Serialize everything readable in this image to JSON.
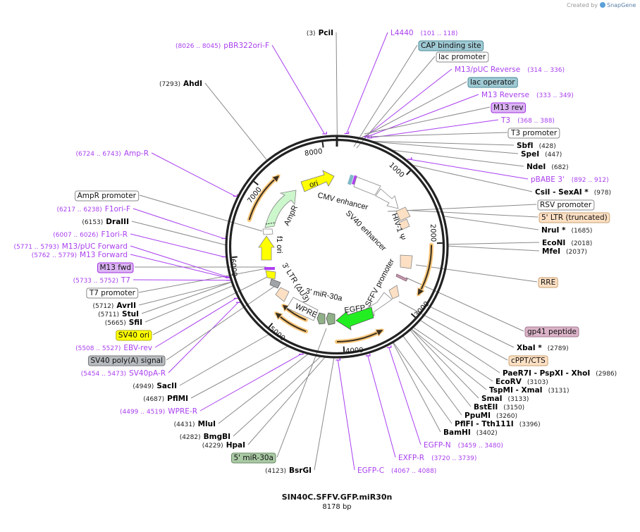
{
  "branding": {
    "created_by": "Created by",
    "app": "SnapGene"
  },
  "map": {
    "name": "SIN40C.SFFV.GFP.miR30n",
    "length_label": "8178 bp",
    "length_bp": 8178,
    "ticks": [
      "1000",
      "2000",
      "3000",
      "4000",
      "5000",
      "6000",
      "7000",
      "8000"
    ]
  },
  "colors": {
    "primer": "#a93ff0",
    "backbone": "#222222",
    "orf": "#f9c77a"
  },
  "labels": [
    {
      "kind": "enzyme",
      "name": "PciI",
      "pos": "(3)",
      "bp": 3
    },
    {
      "kind": "primer",
      "name": "pBR322ori-F",
      "pos": "(8026 .. 8045)",
      "bp": 8035
    },
    {
      "kind": "enzyme",
      "name": "AhdI",
      "pos": "(7293)",
      "bp": 7293
    },
    {
      "kind": "primer",
      "name": "L4440",
      "pos": "(101 .. 118)",
      "bp": 110
    },
    {
      "kind": "feature",
      "name": "CAP binding site",
      "fill": "#9fcad4",
      "stroke": "#4a8a99"
    },
    {
      "kind": "feature",
      "name": "lac promoter",
      "fill": "#ffffff",
      "stroke": "#888888"
    },
    {
      "kind": "primer",
      "name": "M13/pUC Reverse",
      "pos": "(314 .. 336)",
      "bp": 325
    },
    {
      "kind": "feature",
      "name": "lac operator",
      "fill": "#9fcad4",
      "stroke": "#4a8a99"
    },
    {
      "kind": "primer",
      "name": "M13 Reverse",
      "pos": "(333 .. 349)",
      "bp": 341
    },
    {
      "kind": "feature",
      "name": "M13 rev",
      "fill": "#dcb4f5",
      "stroke": "#a030e0"
    },
    {
      "kind": "primer",
      "name": "T3",
      "pos": "(368 .. 388)",
      "bp": 378
    },
    {
      "kind": "feature",
      "name": "T3 promoter",
      "fill": "#ffffff",
      "stroke": "#888888"
    },
    {
      "kind": "enzyme",
      "name": "SbfI",
      "pos": "(428)",
      "bp": 428
    },
    {
      "kind": "enzyme",
      "name": "SpeI",
      "pos": "(447)",
      "bp": 447
    },
    {
      "kind": "enzyme",
      "name": "NdeI",
      "pos": "(682)",
      "bp": 682
    },
    {
      "kind": "primer",
      "name": "pBABE 3'",
      "pos": "(892 .. 912)",
      "bp": 902
    },
    {
      "kind": "enzyme",
      "name": "CsiI  - SexAI *",
      "pos": "(978)",
      "bp": 978
    },
    {
      "kind": "feature",
      "name": "RSV promoter",
      "fill": "#ffffff",
      "stroke": "#888888"
    },
    {
      "kind": "feature",
      "name": "5' LTR (truncated)",
      "fill": "#fde0c4",
      "stroke": "#c8a070"
    },
    {
      "kind": "enzyme",
      "name": "NruI *",
      "pos": "(1685)",
      "bp": 1685
    },
    {
      "kind": "enzyme",
      "name": "EcoNI",
      "pos": "(2018)",
      "bp": 2018
    },
    {
      "kind": "enzyme",
      "name": "MfeI",
      "pos": "(2037)",
      "bp": 2037
    },
    {
      "kind": "feature",
      "name": "RRE",
      "fill": "#fde0c4",
      "stroke": "#c8a070"
    },
    {
      "kind": "feature",
      "name": "gp41 peptide",
      "fill": "#dbb3c8",
      "stroke": "#a07890"
    },
    {
      "kind": "enzyme",
      "name": "XbaI *",
      "pos": "(2789)",
      "bp": 2789
    },
    {
      "kind": "feature",
      "name": "cPPT/CTS",
      "fill": "#fde0c4",
      "stroke": "#c8a070"
    },
    {
      "kind": "enzyme",
      "name": "PaeR7I  - PspXI  - XhoI",
      "pos": "(2986)",
      "bp": 2986
    },
    {
      "kind": "enzyme",
      "name": "EcoRV",
      "pos": "(3103)",
      "bp": 3103
    },
    {
      "kind": "enzyme",
      "name": "TspMI  - XmaI",
      "pos": "(3131)",
      "bp": 3131
    },
    {
      "kind": "enzyme",
      "name": "SmaI",
      "pos": "(3133)",
      "bp": 3133
    },
    {
      "kind": "enzyme",
      "name": "BstEII",
      "pos": "(3150)",
      "bp": 3150
    },
    {
      "kind": "enzyme",
      "name": "PpuMI",
      "pos": "(3260)",
      "bp": 3260
    },
    {
      "kind": "enzyme",
      "name": "PflFI  - Tth111I",
      "pos": "(3396)",
      "bp": 3396
    },
    {
      "kind": "enzyme",
      "name": "BamHI",
      "pos": "(3402)",
      "bp": 3402
    },
    {
      "kind": "primer",
      "name": "EGFP-N",
      "pos": "(3459 .. 3480)",
      "bp": 3470
    },
    {
      "kind": "primer",
      "name": "EXFP-R",
      "pos": "(3720 .. 3739)",
      "bp": 3730
    },
    {
      "kind": "primer",
      "name": "EGFP-C",
      "pos": "(4067 .. 4088)",
      "bp": 4078
    },
    {
      "kind": "enzyme",
      "name": "BsrGI",
      "pos": "(4123)",
      "bp": 4123
    },
    {
      "kind": "feature",
      "name": "5' miR-30a",
      "fill": "#a9c9a4",
      "stroke": "#6a8a65"
    },
    {
      "kind": "enzyme",
      "name": "HpaI",
      "pos": "(4229)",
      "bp": 4229
    },
    {
      "kind": "enzyme",
      "name": "BmgBI",
      "pos": "(4282)",
      "bp": 4282
    },
    {
      "kind": "enzyme",
      "name": "MluI",
      "pos": "(4431)",
      "bp": 4431
    },
    {
      "kind": "primer",
      "name": "WPRE-R",
      "pos": "(4499 .. 4519)",
      "bp": 4509
    },
    {
      "kind": "enzyme",
      "name": "PflMI",
      "pos": "(4687)",
      "bp": 4687
    },
    {
      "kind": "enzyme",
      "name": "SacII",
      "pos": "(4949)",
      "bp": 4949
    },
    {
      "kind": "primer",
      "name": "SV40pA-R",
      "pos": "(5454 .. 5473)",
      "bp": 5463
    },
    {
      "kind": "feature",
      "name": "SV40 poly(A) signal",
      "fill": "#b8bcc0",
      "stroke": "#777777"
    },
    {
      "kind": "primer",
      "name": "EBV-rev",
      "pos": "(5508 .. 5527)",
      "bp": 5517
    },
    {
      "kind": "feature",
      "name": "SV40 ori",
      "fill": "#ffff00",
      "stroke": "#b0b000"
    },
    {
      "kind": "enzyme",
      "name": "SfiI",
      "pos": "(5665)",
      "bp": 5665
    },
    {
      "kind": "enzyme",
      "name": "StuI",
      "pos": "(5711)",
      "bp": 5711
    },
    {
      "kind": "enzyme",
      "name": "AvrII",
      "pos": "(5712)",
      "bp": 5712
    },
    {
      "kind": "feature",
      "name": "T7 promoter",
      "fill": "#ffffff",
      "stroke": "#888888"
    },
    {
      "kind": "primer",
      "name": "T7",
      "pos": "(5733 .. 5752)",
      "bp": 5742
    },
    {
      "kind": "feature",
      "name": "M13 fwd",
      "fill": "#dcb4f5",
      "stroke": "#a030e0"
    },
    {
      "kind": "primer",
      "name": "M13 Forward",
      "pos": "(5762 .. 5779)",
      "bp": 5770
    },
    {
      "kind": "primer",
      "name": "M13/pUC Forward",
      "pos": "(5771 .. 5793)",
      "bp": 5782
    },
    {
      "kind": "primer",
      "name": "F1ori-R",
      "pos": "(6007 .. 6026)",
      "bp": 6016
    },
    {
      "kind": "enzyme",
      "name": "DraIII",
      "pos": "(6153)",
      "bp": 6153
    },
    {
      "kind": "primer",
      "name": "F1ori-F",
      "pos": "(6217 .. 6238)",
      "bp": 6227
    },
    {
      "kind": "feature",
      "name": "AmpR promoter",
      "fill": "#ffffff",
      "stroke": "#888888"
    },
    {
      "kind": "primer",
      "name": "Amp-R",
      "pos": "(6724 .. 6743)",
      "bp": 6733
    }
  ],
  "inner_labels": {
    "ori": "ori",
    "cmv": "CMV enhancer",
    "sv40": "SV40 enhancer",
    "psi": "HIV-1 Ψ",
    "sffv": "SFFV promoter",
    "egfp": "EGFP",
    "mir": "3' miR-30a",
    "wpre": "WPRE",
    "ltr": "3' LTR (ΔU3)",
    "f1": "f1 ori",
    "ampr": "AmpR"
  }
}
